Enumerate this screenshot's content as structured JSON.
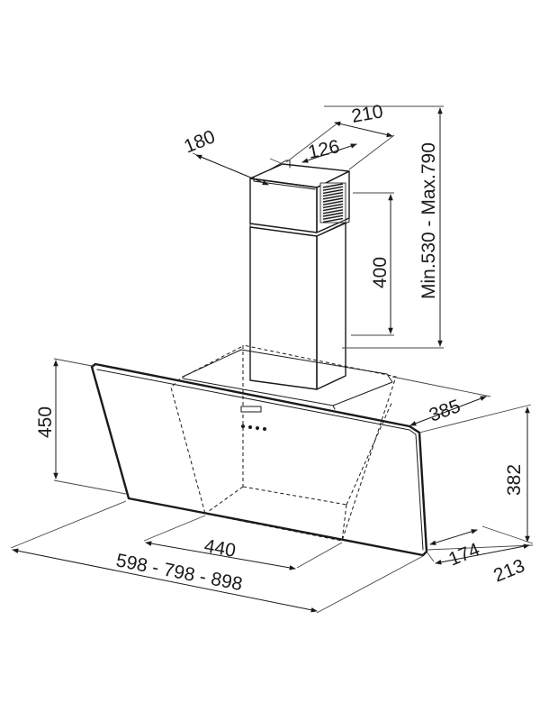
{
  "dimensions": {
    "chimney_depth": "180",
    "chimney_width": "210",
    "outlet_width": "126",
    "chimney_total_height": "Min.530 - Max.790",
    "upper_chimney_height": "400",
    "hood_height": "450",
    "body_depth": "385",
    "body_height": "382",
    "inner_width": "440",
    "hood_widths": "598 - 798 - 898",
    "glass_depth_bottom": "174",
    "total_depth_bottom": "213"
  }
}
